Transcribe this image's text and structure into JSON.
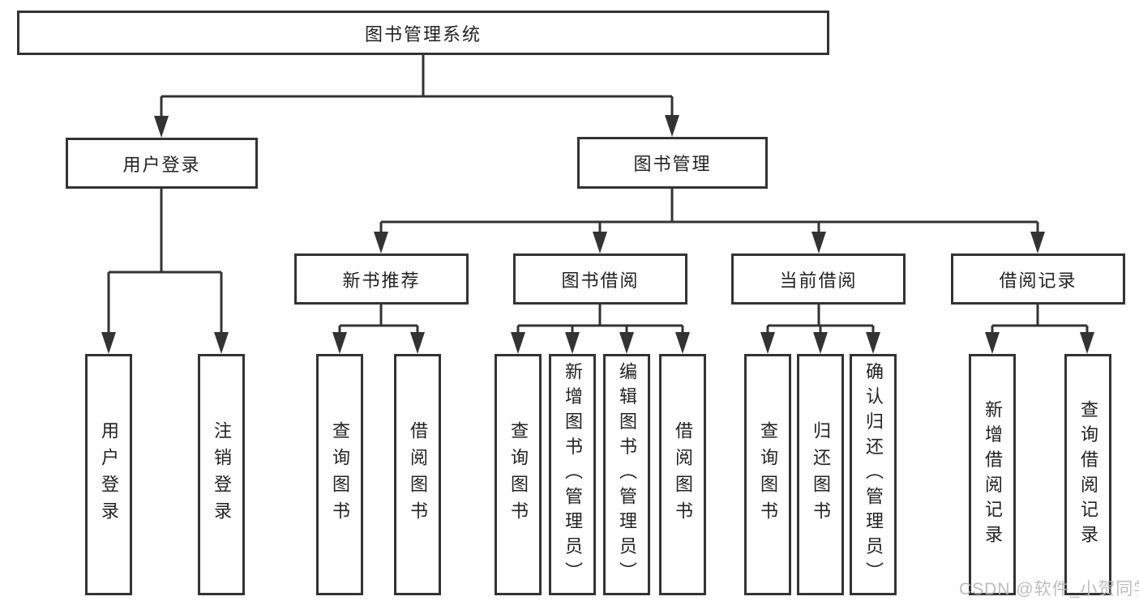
{
  "tree": {
    "label": "图书管理系统",
    "children": [
      {
        "label": "用户登录",
        "children": [
          {
            "label": "用户登录"
          },
          {
            "label": "注销登录"
          }
        ]
      },
      {
        "label": "图书管理",
        "children": [
          {
            "label": "新书推荐",
            "children": [
              {
                "label": "查询图书"
              },
              {
                "label": "借阅图书"
              }
            ]
          },
          {
            "label": "图书借阅",
            "children": [
              {
                "label": "查询图书"
              },
              {
                "label": "新增图书（管理员）"
              },
              {
                "label": "编辑图书（管理员）"
              },
              {
                "label": "借阅图书"
              }
            ]
          },
          {
            "label": "当前借阅",
            "children": [
              {
                "label": "查询图书"
              },
              {
                "label": "归还图书"
              },
              {
                "label": "确认归还（管理员）"
              }
            ]
          },
          {
            "label": "借阅记录",
            "children": [
              {
                "label": "新增借阅记录"
              },
              {
                "label": "查询借阅记录"
              }
            ]
          }
        ]
      }
    ]
  },
  "watermark": {
    "text": "CSDN @软件_小贺同学"
  },
  "colors": {
    "line": "#333333",
    "box_border": "#333333",
    "text": "#222222",
    "background": "#ffffff",
    "watermark": "#b8b8b8"
  }
}
